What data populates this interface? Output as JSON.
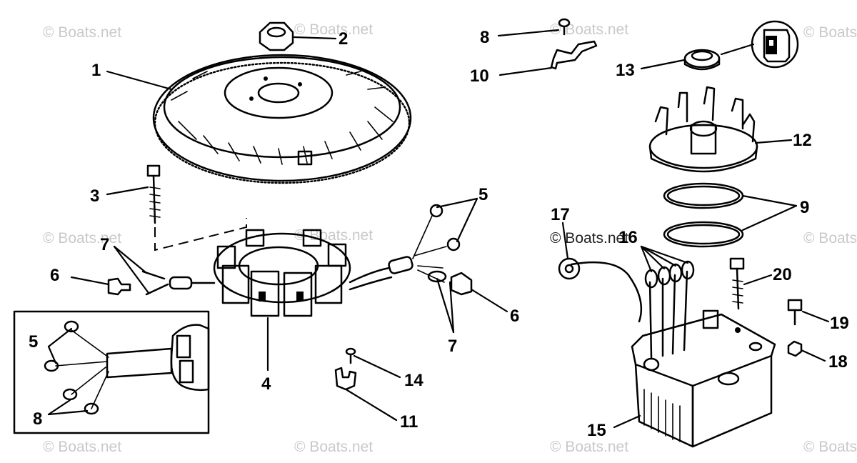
{
  "watermark": "© Boats.net",
  "callouts": {
    "c1": "1",
    "c2": "2",
    "c3": "3",
    "c4": "4",
    "c5a": "5",
    "c5b": "5",
    "c6a": "6",
    "c6b": "6",
    "c7a": "7",
    "c7b": "7",
    "c8a": "8",
    "c8b": "8",
    "c9": "9",
    "c10": "10",
    "c11": "11",
    "c12": "12",
    "c13": "13",
    "c14": "14",
    "c15": "15",
    "c16": "16",
    "c17": "17",
    "c18": "18",
    "c19": "19",
    "c20": "20"
  },
  "inset_badge_icon": "f-stamp-icon"
}
